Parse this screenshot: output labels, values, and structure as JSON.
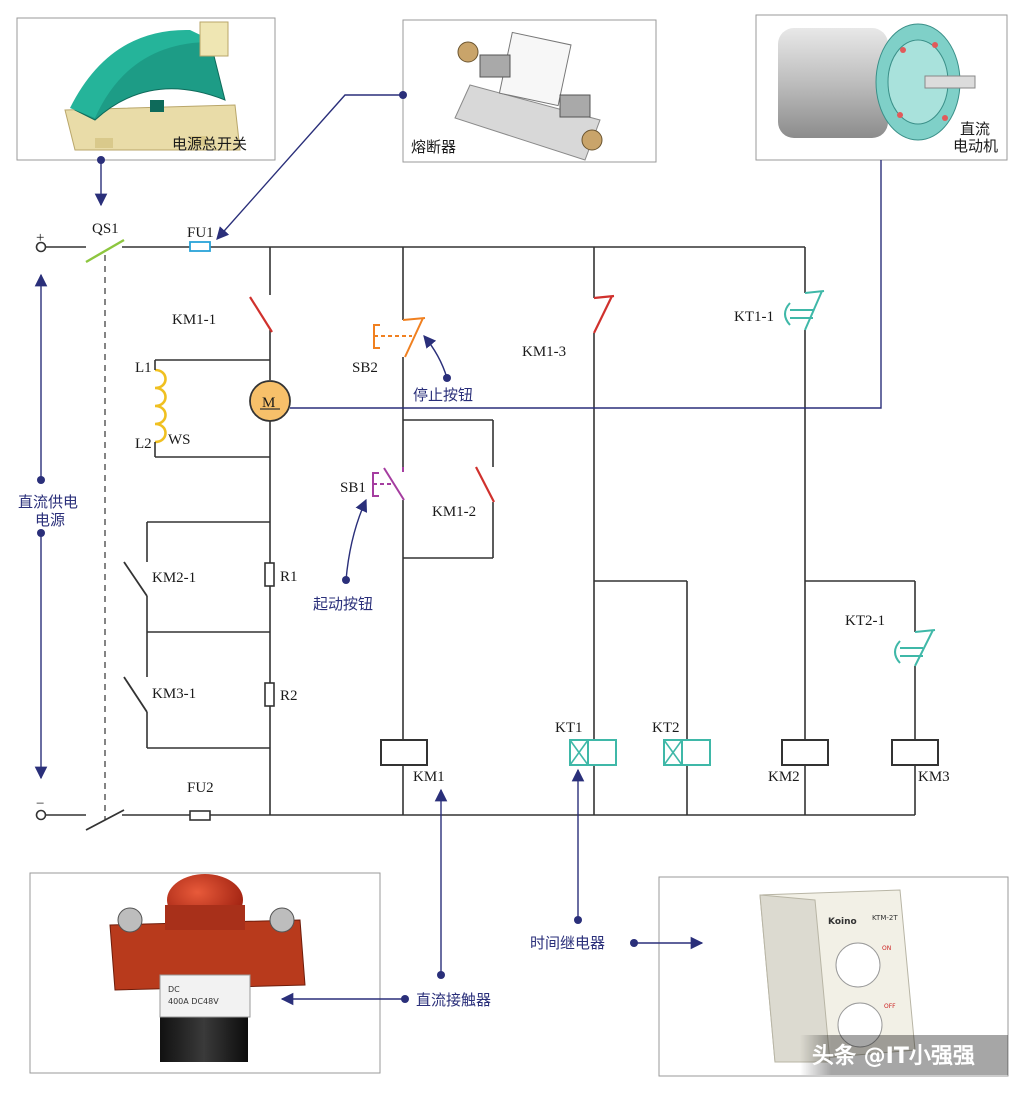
{
  "photos": {
    "main_switch": "电源总开关",
    "fuse": "熔断器",
    "dc_motor_line1": "直流",
    "dc_motor_line2": "电动机",
    "dc_contactor_label": "直流接触器",
    "time_relay_label": "时间继电器",
    "contactor_text_1": "DC",
    "contactor_text_2": "400A  DC48V",
    "relay_brand": "Koino",
    "relay_model": "KTM-2T",
    "relay_on": "ON",
    "relay_off": "OFF"
  },
  "power": {
    "plus": "+",
    "minus": "−",
    "label_line1": "直流供电",
    "label_line2": "电源"
  },
  "components": {
    "qs1": "QS1",
    "fu1": "FU1",
    "fu2": "FU2",
    "km1_1": "KM1-1",
    "l1": "L1",
    "l2": "L2",
    "ws": "WS",
    "motor": "M",
    "km2_1": "KM2-1",
    "r1": "R1",
    "km3_1": "KM3-1",
    "r2": "R2",
    "sb2": "SB2",
    "stop_button": "停止按钮",
    "sb1": "SB1",
    "start_button": "起动按钮",
    "km1_2": "KM1-2",
    "km1_3": "KM1-3",
    "kt1_1": "KT1-1",
    "kt2_1": "KT2-1",
    "km1": "KM1",
    "kt1": "KT1",
    "kt2": "KT2",
    "km2": "KM2",
    "km3": "KM3"
  },
  "watermark": "头条 @IT小强强",
  "colors": {
    "wire": "#333333",
    "annotation": "#2a2f7a",
    "red_contact": "#d0312d",
    "orange_button": "#f08020",
    "purple_button": "#a53da0",
    "teal_timer": "#3fb8a8",
    "motor_fill": "#f7c06a",
    "field_coil": "#f0c020",
    "qs1_switch": "#8dc63f",
    "fuse_blue": "#29a3d8"
  }
}
